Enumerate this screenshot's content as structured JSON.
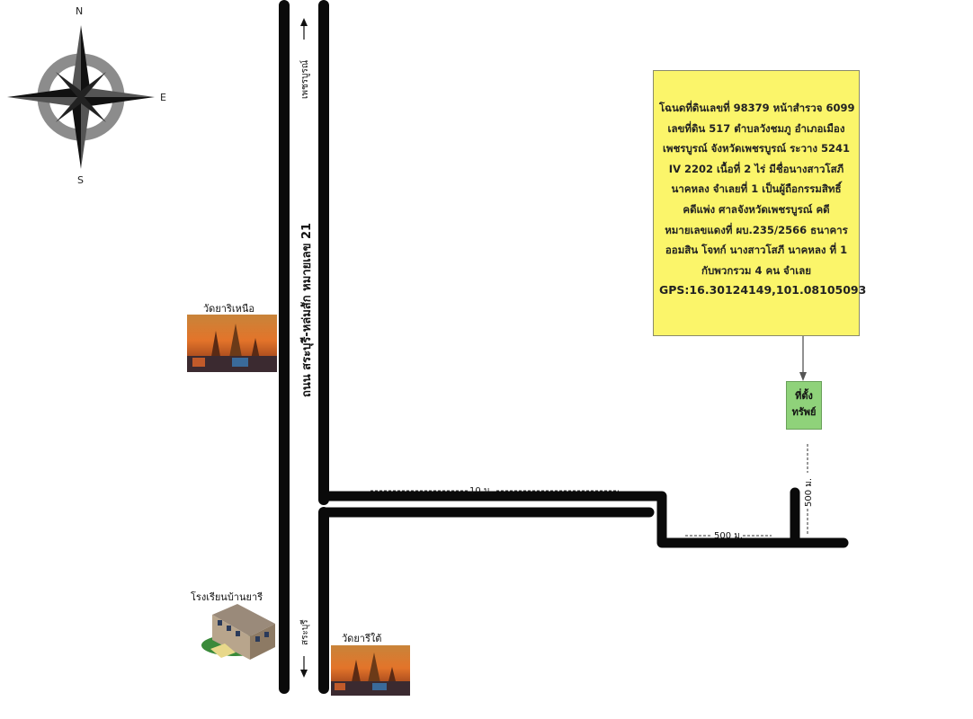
{
  "compass": {
    "north": "N",
    "south": "S",
    "east": "E"
  },
  "info_box": {
    "lines": [
      "โฉนดที่ดินเลขที่ 98379 หน้าสำรวจ 6099",
      "เลขที่ดิน 517 ตำบลวังชมภู อำเภอเมือง",
      "เพชรบูรณ์ จังหวัดเพชรบูรณ์ ระวาง 5241",
      "IV 2202 เนื้อที่ 2 ไร่ มีชื่อนางสาวโสภี",
      "นาคหลง จำเลยที่ 1 เป็นผู้ถือกรรมสิทธิ์",
      "คดีแพ่ง ศาลจังหวัดเพชรบูรณ์ คดี",
      "หมายเลขแดงที่ ผบ.235/2566 ธนาคาร",
      "ออมสิน โจทก์ นางสาวโสภี นาคหลง ที่ 1",
      "กับพวกรวม 4 คน จำเลย"
    ],
    "gps": "GPS:16.30124149,101.08105093"
  },
  "property_box": {
    "line1": "ที่ตั้ง",
    "line2": "ทรัพย์"
  },
  "roads": {
    "main_road": "ถนน สระบุรี-หล่มสัก หมายเลข 21",
    "to_north": "เพชรบูรณ์",
    "to_south": "สระบุรี",
    "side_road_distance": "10 ม.",
    "east_road_distance": "500 ม.",
    "spur_distance": "500 ม."
  },
  "landmarks": {
    "temple_north": "วัดยาริเหนือ",
    "school": "โรงเรียนบ้านยารี",
    "temple_south": "วัดยารีใต้"
  },
  "colors": {
    "road": "#0a0a0a",
    "info_box": "#fbf56a",
    "property_box": "#8fd27a",
    "compass_ring": "#8c8c8c"
  }
}
